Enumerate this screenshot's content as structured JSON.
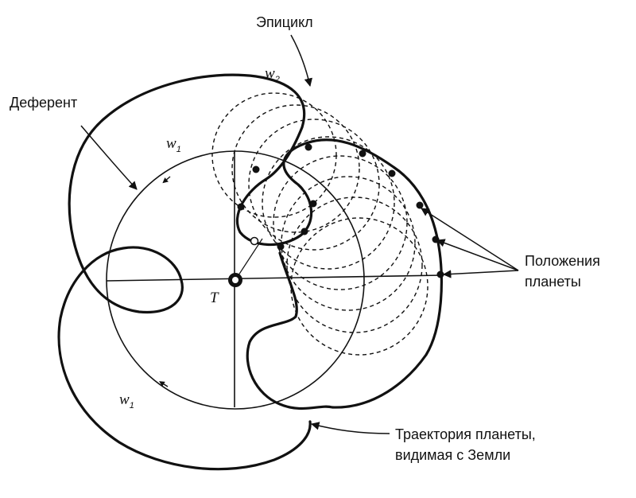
{
  "labels": {
    "epicycle": "Эпицикл",
    "deferent": "Деферент",
    "positions_line1": "Положения",
    "positions_line2": "планеты",
    "trajectory_line1": "Траектория планеты,",
    "trajectory_line2": "видимая с Земли",
    "earth": "T",
    "w": "w",
    "sub1": "1",
    "sub2": "2"
  },
  "colors": {
    "ink": "#111111",
    "background": "#ffffff"
  }
}
